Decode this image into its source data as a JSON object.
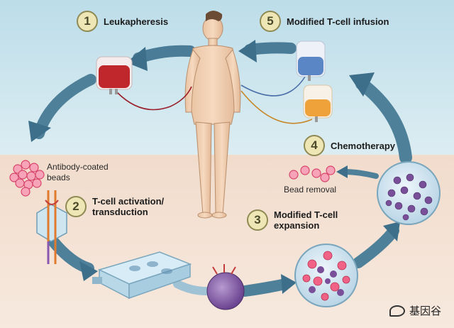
{
  "steps": [
    {
      "number": "1",
      "label": "Leukapheresis"
    },
    {
      "number": "2",
      "label": "T-cell activation/\ntransduction"
    },
    {
      "number": "3",
      "label": "Modified T-cell\nexpansion"
    },
    {
      "number": "4",
      "label": "Chemotherapy"
    },
    {
      "number": "5",
      "label": "Modified T-cell infusion"
    }
  ],
  "labels": {
    "antibody_beads": "Antibody-coated\nbeads",
    "bead_removal": "Bead removal"
  },
  "watermark": {
    "icon": "wechat-icon",
    "text": "基因谷"
  },
  "colors": {
    "sky": "#cfe6ef",
    "ground": "#f3ded0",
    "arrow": "#3d6f8a",
    "blood": "#c0272d",
    "bead": "#e8577a",
    "cell": "#7a4f9a",
    "infusion_bag": "#5b86c6",
    "chemo_bag": "#f0a23a"
  }
}
